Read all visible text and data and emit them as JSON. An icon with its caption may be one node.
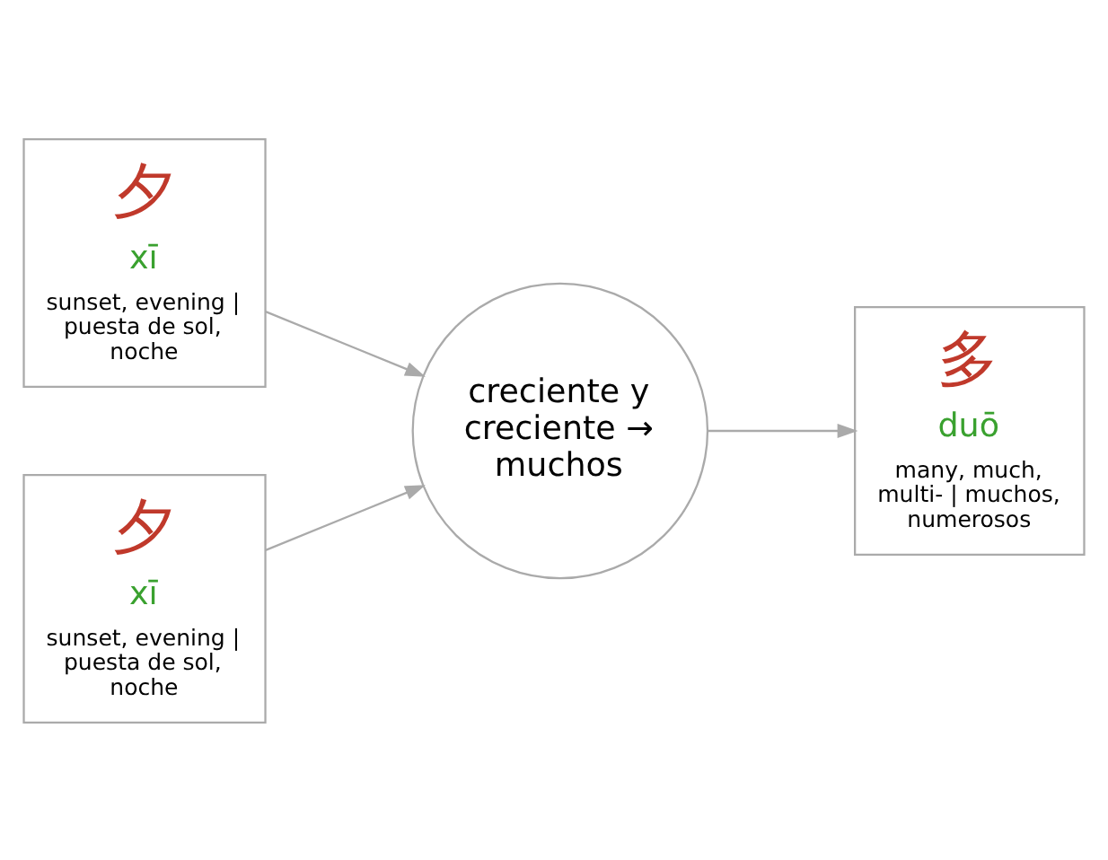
{
  "diagram": {
    "nodes": [
      {
        "text": [
          "夕",
          "xī",
          "sunset, evening | puesta de sol, noche"
        ]
      },
      {
        "text": [
          "夕",
          "xī",
          "sunset, evening | puesta de sol, noche"
        ]
      },
      {
        "text": [
          "creciente y creciente → muchos"
        ]
      },
      {
        "text": [
          "多",
          "duō",
          "many, much, multi- | muchos, numerosos"
        ]
      }
    ],
    "edges": [
      {
        "from": 0,
        "to": 2,
        "arrow": "to"
      },
      {
        "from": 1,
        "to": 2,
        "arrow": "to"
      },
      {
        "from": 2,
        "to": 3,
        "arrow": "to"
      }
    ]
  }
}
